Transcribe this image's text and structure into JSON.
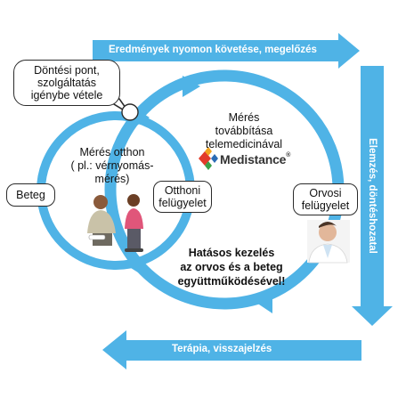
{
  "banners": {
    "top": "Eredmények nyomon követése, megelőzés",
    "right": "Elemzés, döntéshozatal",
    "bottom": "Terápia, visszajelzés"
  },
  "nodes": {
    "decision_point": "Döntési pont,\nszolgáltatás\nigénybe vétele",
    "home_measurement": "Mérés otthon\n( pl.: vérnyomás-\nmérés)",
    "patient": "Beteg",
    "home_supervision": "Otthoni\nfelügyelet",
    "forwarding": "Mérés\ntovábbítása\ntelemedicinával",
    "doctor_supervision": "Orvosi\nfelügyelet",
    "effective_treatment": "Hatásos kezelés\naz orvos és a beteg\negyüttműködésével!"
  },
  "logo": {
    "text": "Medistance",
    "mark": "®"
  },
  "colors": {
    "arrow_blue": "#4fb3e6",
    "banner_blue": "#4fb3e6"
  }
}
